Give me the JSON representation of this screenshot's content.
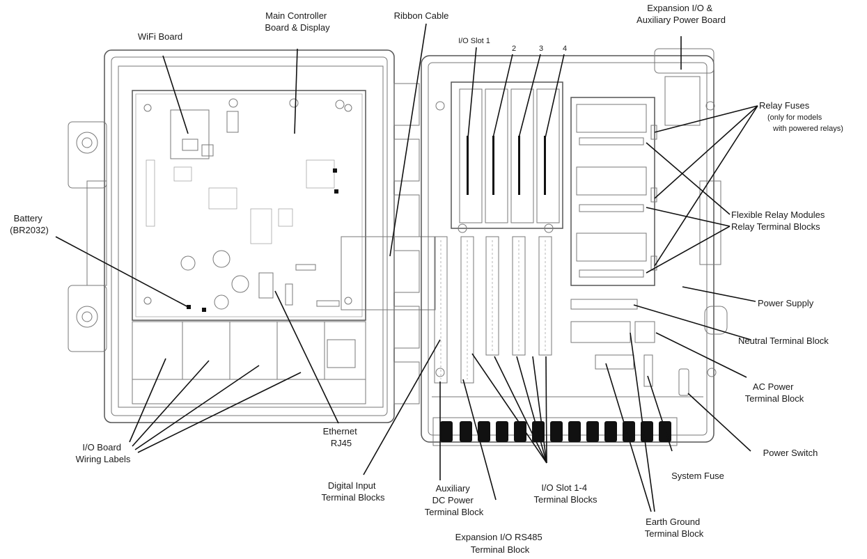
{
  "labels": {
    "wifi_board": [
      "WiFi Board"
    ],
    "main_controller": [
      "Main Controller",
      "Board & Display"
    ],
    "ribbon_cable": [
      "Ribbon Cable"
    ],
    "io_slot_1": [
      "I/O Slot 1"
    ],
    "slot_2": [
      "2"
    ],
    "slot_3": [
      "3"
    ],
    "slot_4": [
      "4"
    ],
    "expansion_io_aux": [
      "Expansion I/O &",
      "Auxiliary Power Board"
    ],
    "relay_fuses": [
      "Relay Fuses"
    ],
    "relay_fuses_note": [
      "(only for models",
      "with powered relays)"
    ],
    "battery": [
      "Battery",
      "(BR2032)"
    ],
    "flexible_relay_modules": [
      "Flexible Relay Modules"
    ],
    "relay_terminal_blocks": [
      "Relay Terminal Blocks"
    ],
    "power_supply": [
      "Power Supply"
    ],
    "neutral_terminal_block": [
      "Neutral Terminal Block"
    ],
    "ac_power_terminal_block": [
      "AC Power",
      "Terminal Block"
    ],
    "power_switch": [
      "Power Switch"
    ],
    "system_fuse": [
      "System Fuse"
    ],
    "earth_ground": [
      "Earth Ground",
      "Terminal Block"
    ],
    "io_slot_terminal_blocks": [
      "I/O Slot 1-4",
      "Terminal Blocks"
    ],
    "expansion_rs485": [
      "Expansion I/O RS485",
      "Terminal Block"
    ],
    "aux_dc_power": [
      "Auxiliary",
      "DC Power",
      "Terminal Block"
    ],
    "digital_input": [
      "Digital Input",
      "Terminal Blocks"
    ],
    "ethernet": [
      "Ethernet",
      "RJ45"
    ],
    "io_board_wiring": [
      "I/O Board",
      "Wiring Labels"
    ]
  }
}
